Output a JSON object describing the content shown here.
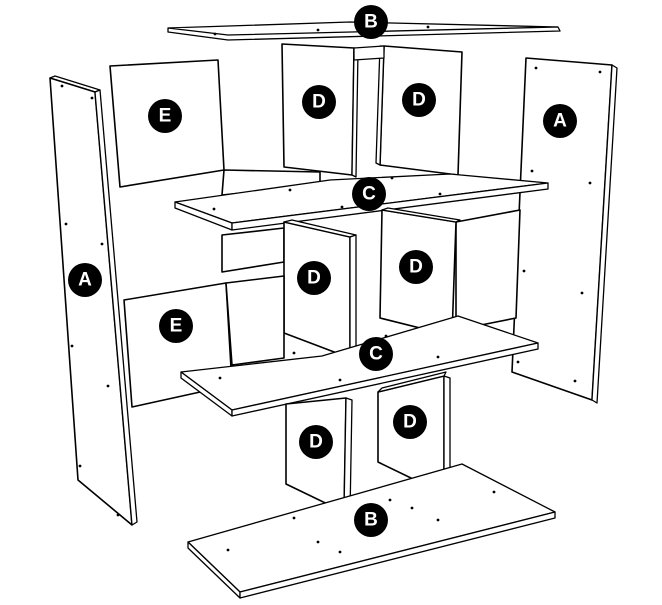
{
  "labels": {
    "side_panel": "A",
    "top_bottom_panel": "B",
    "shelf": "C",
    "divider": "D",
    "back_panel": "E"
  },
  "colors": {
    "line": "#000000",
    "panel_fill": "#ffffff",
    "badge_fill": "#000000",
    "badge_text": "#ffffff"
  }
}
